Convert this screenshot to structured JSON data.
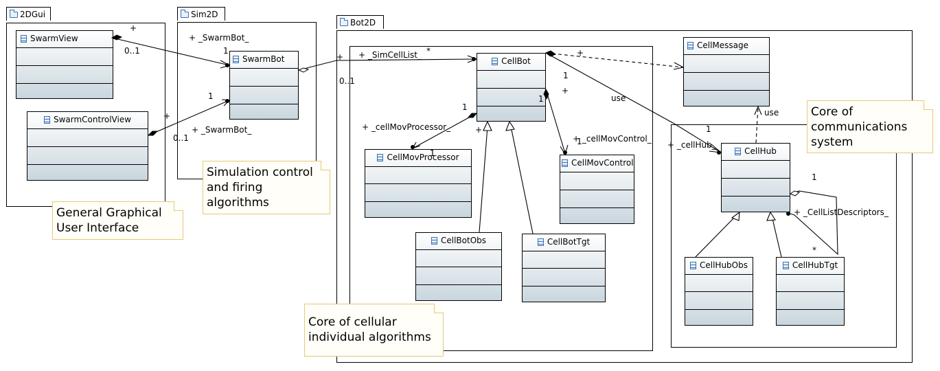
{
  "packages": {
    "gui": "2DGui",
    "sim": "Sim2D",
    "bot": "Bot2D"
  },
  "classes": {
    "swarm_view": "SwarmView",
    "swarm_control_view": "SwarmControlView",
    "swarm_bot": "SwarmBot",
    "cell_bot": "CellBot",
    "cell_mov_processor": "CellMovProcessor",
    "cell_mov_control": "CellMovControl",
    "cell_bot_obs": "CellBotObs",
    "cell_bot_tgt": "CellBotTgt",
    "cell_message": "CellMessage",
    "cell_hub": "CellHub",
    "cell_hub_obs": "CellHubObs",
    "cell_hub_tgt": "CellHubTgt"
  },
  "notes": {
    "gui": [
      "General Graphical",
      "User Interface"
    ],
    "sim": [
      "Simulation control",
      "and firing",
      "algorithms"
    ],
    "cellular": [
      "Core of cellular",
      "individual algorithms"
    ],
    "comm": [
      "Core of",
      "communications",
      "system"
    ]
  },
  "labels": {
    "sv_plus": "+",
    "sv_mult": "0..1",
    "sb_one_top": "1",
    "sb_role_top": "+ _SwarmBot_",
    "scv_plus": "+",
    "scv_mult": "0..1",
    "sb_one_bot": "1",
    "sb_role_bot": "+ _SwarmBot_",
    "simcell_plus": "+",
    "simcell_mult": "0..1",
    "simcell_role": "+ _SimCellList_",
    "simcell_star": "*",
    "cb_plus_msg": "+",
    "cb_one_hub": "1",
    "use_hub": "use",
    "hub_one": "1",
    "hub_role": "+ _cellHub_",
    "use_msg": "use",
    "cb_one_proc": "1",
    "proc_role": "+ _cellMovProcessor_",
    "proc_one": "1",
    "cb_plus_obs": "+",
    "cb_one_ctrl": "1",
    "cb_plus_ctrl": "+",
    "ctrl_role": "+ _cellMovControl_",
    "ctrl_one": "1",
    "hub_plus": "+",
    "hub_self_one": "1",
    "hub_self_role": "+ _CellListDescriptors_",
    "hub_self_star": "*"
  }
}
